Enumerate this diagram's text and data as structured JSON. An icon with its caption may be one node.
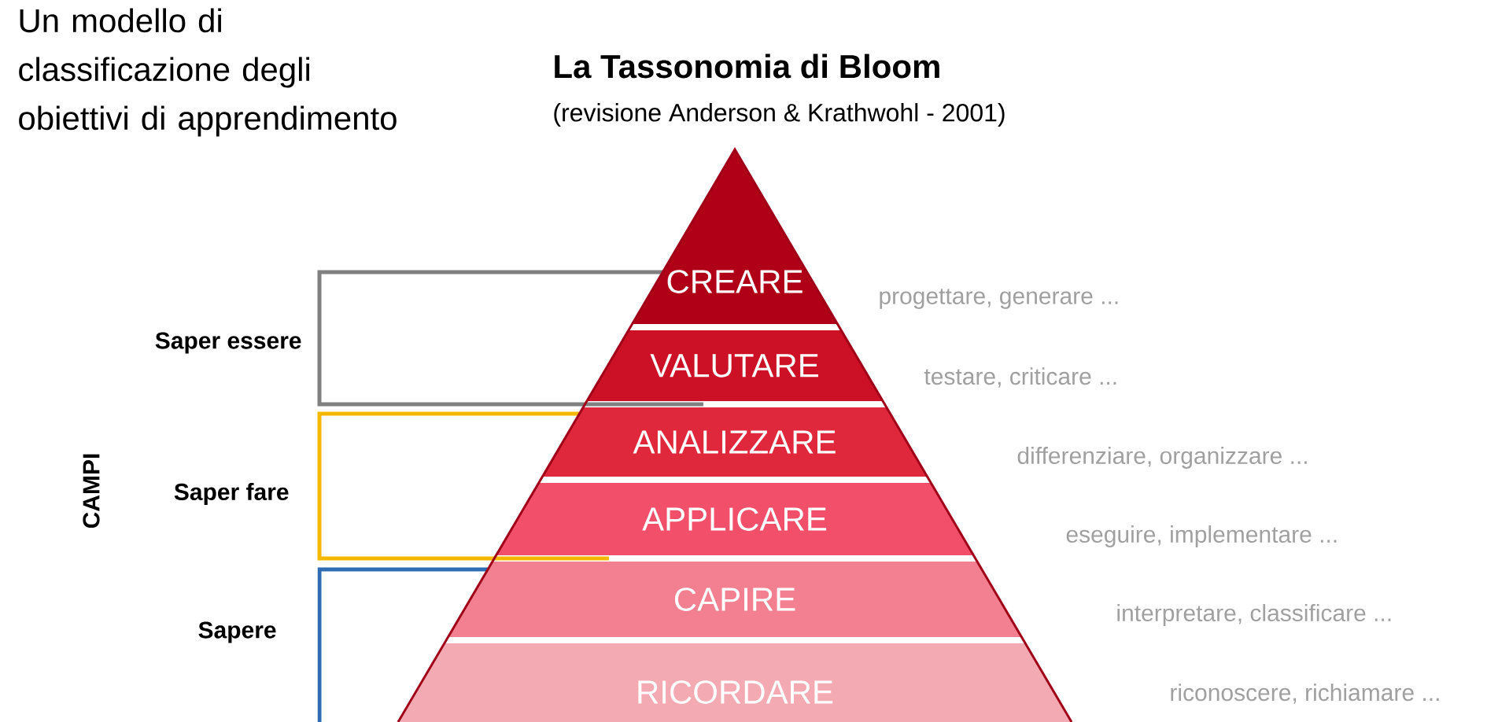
{
  "diagram": {
    "title": "La Tassonomia di Bloom",
    "caption": "(revisione Anderson & Krathwohl - 2001)",
    "nodes": [
      {
        "text": [
          "CREARE"
        ]
      },
      {
        "text": [
          "VALUTARE"
        ]
      },
      {
        "text": [
          "ANALIZZARE"
        ]
      },
      {
        "text": [
          "APPLICARE"
        ]
      },
      {
        "text": [
          "CAPIRE"
        ]
      },
      {
        "text": [
          "RICORDARE"
        ]
      }
    ],
    "labels": [
      "Un modello di classificazione degli obiettivi di apprendimento",
      "progettare, generare ...",
      "Saper essere",
      "testare, criticare ...",
      "differenziare, organizzare ...",
      "CAMPI",
      "Saper fare",
      "eseguire, implementare ...",
      "interpretare, classificare ...",
      "Sapere",
      "riconoscere, richiamare ..."
    ]
  }
}
